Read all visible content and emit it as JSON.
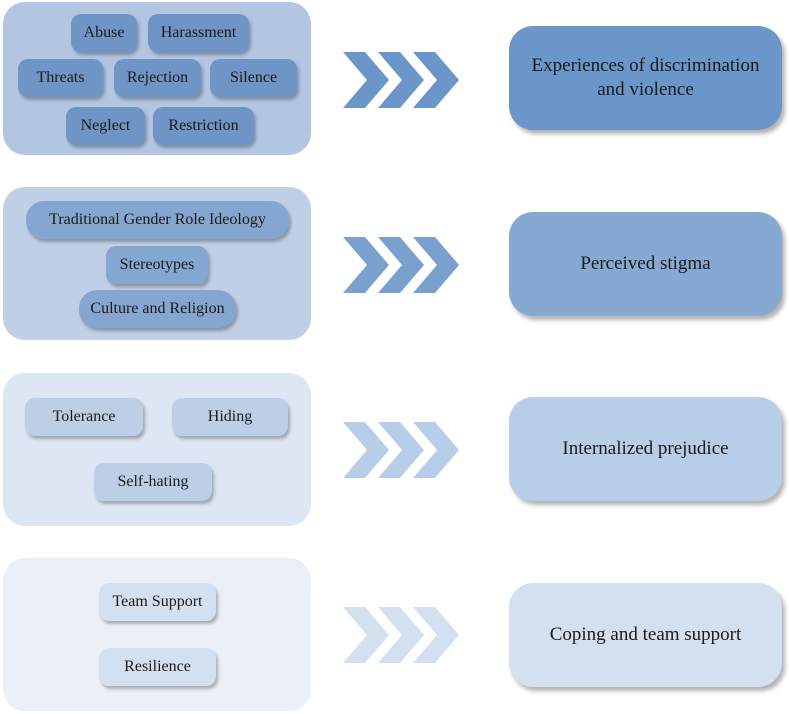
{
  "colors": {
    "row1_box": "#b2c6e2",
    "row1_chip": "#6f95c6",
    "row1_out": "#6a96c9",
    "row2_box": "#bfcfe6",
    "row2_chip": "#85a6d0",
    "row2_out": "#87a8d2",
    "row3_box": "#dde6f3",
    "row3_chip": "#bccfe7",
    "row3_out": "#b8cde8",
    "row4_box": "#ebf0f8",
    "row4_chip": "#d3e0ef",
    "row4_out": "#d3e0ef",
    "arrow1": "#6a96c9",
    "arrow2": "#7aa0cd",
    "arrow3": "#b8cde8",
    "arrow4": "#d3e0ef"
  },
  "rows": [
    {
      "chips": [
        "Abuse",
        "Harassment",
        "Threats",
        "Rejection",
        "Silence",
        "Neglect",
        "Restriction"
      ],
      "outcome_line1": "Experiences of discrimination",
      "outcome_line2": "and violence"
    },
    {
      "chips": [
        "Traditional Gender Role Ideology",
        "Stereotypes",
        "Culture and Religion"
      ],
      "outcome_line1": "Perceived stigma"
    },
    {
      "chips": [
        "Tolerance",
        "Hiding",
        "Self-hating"
      ],
      "outcome_line1": "Internalized prejudice"
    },
    {
      "chips": [
        "Team Support",
        "Resilience"
      ],
      "outcome_line1": "Coping and team support"
    }
  ]
}
